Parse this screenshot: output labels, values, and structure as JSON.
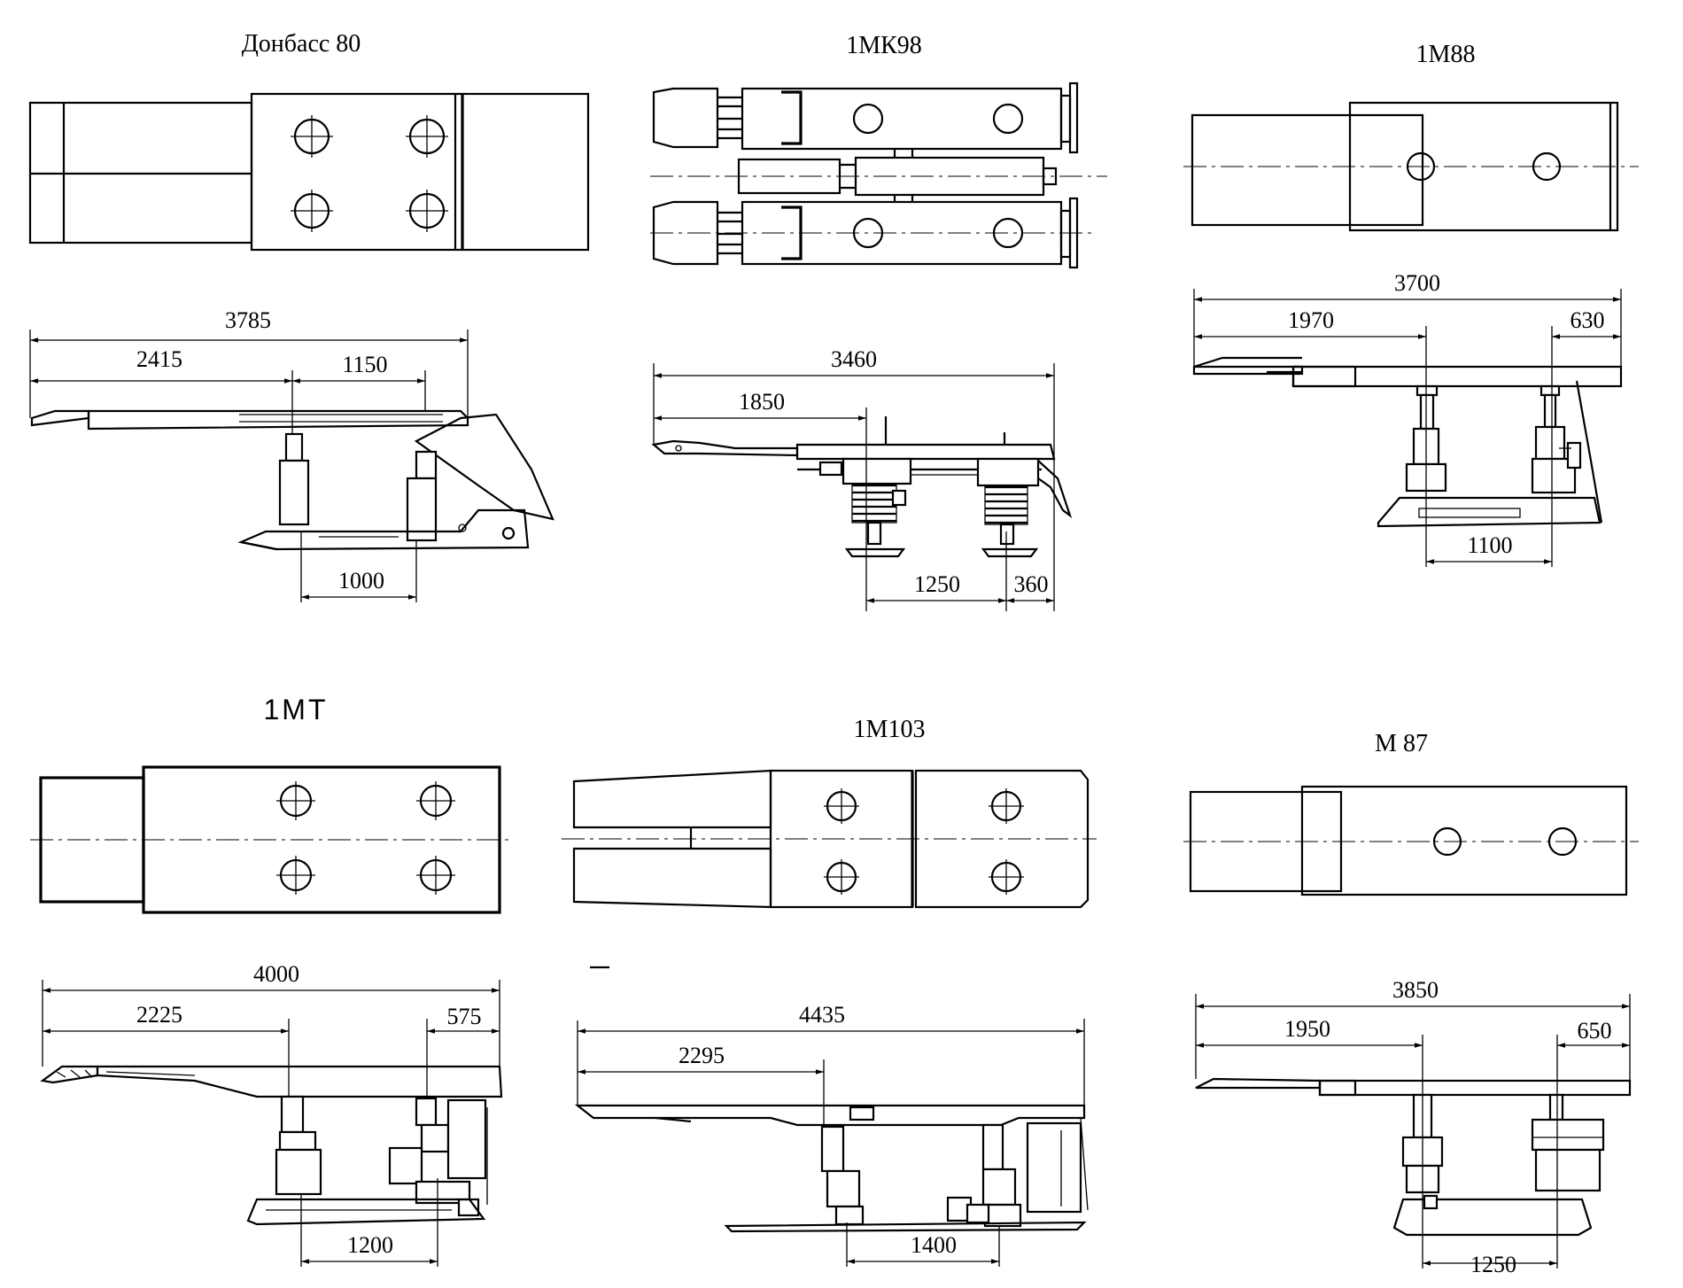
{
  "panels": {
    "donbass80": {
      "title": "Донбасс 80",
      "dims": {
        "overall": "3785",
        "left": "2415",
        "right": "1150",
        "base": "1000"
      }
    },
    "1mk98": {
      "title": "1МК98",
      "dims": {
        "overall": "3460",
        "left": "1850",
        "base": "1250",
        "end": "360"
      }
    },
    "1m88": {
      "title": "1М88",
      "dims": {
        "overall": "3700",
        "left": "1970",
        "right": "630",
        "base": "1100"
      }
    },
    "1mt": {
      "title": "1МТ",
      "dims": {
        "overall": "4000",
        "left": "2225",
        "right": "575",
        "base": "1200"
      }
    },
    "1m103": {
      "title": "1М103",
      "dims": {
        "overall": "4435",
        "left": "2295",
        "base": "1400"
      }
    },
    "m87": {
      "title": "М 87",
      "dims": {
        "overall": "3850",
        "left": "1950",
        "right": "650",
        "base": "1250"
      }
    }
  }
}
